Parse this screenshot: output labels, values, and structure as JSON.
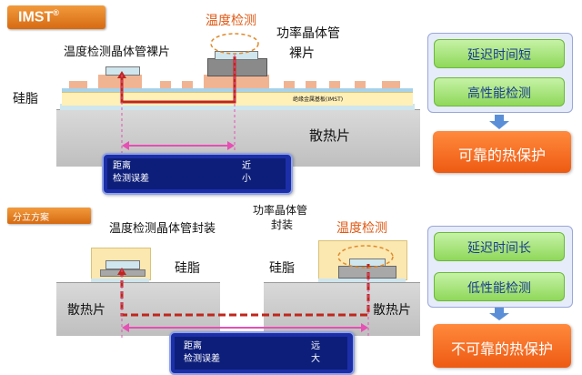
{
  "top": {
    "badge": "IMST",
    "badge_mark": "®",
    "label_temp_sense": "温度检测",
    "label_sensor_die": "温度检测晶体管裸片",
    "label_power_die_1": "功率晶体管",
    "label_power_die_2": "裸片",
    "label_silicone": "硅脂",
    "label_substrate": "绝缘金属基板(IMST)",
    "label_heatsink": "散热片",
    "callout": {
      "label_distance": "距离",
      "label_error": "检测误差",
      "value_distance": "近",
      "value_error": "小"
    },
    "panel": {
      "item_1": "延迟时间短",
      "item_2": "高性能检测",
      "result": "可靠的热保护"
    }
  },
  "bottom": {
    "badge": "分立方案",
    "label_sensor_pkg": "温度检测晶体管封装",
    "label_power_pkg_1": "功率晶体管",
    "label_power_pkg_2": "封装",
    "label_temp_sense": "温度检测",
    "label_silicone_left": "硅脂",
    "label_silicone_right": "硅脂",
    "label_heatsink_left": "散热片",
    "label_heatsink_right": "散热片",
    "callout": {
      "label_distance": "距离",
      "label_error": "检测误差",
      "value_distance": "远",
      "value_error": "大"
    },
    "panel": {
      "item_1": "延迟时间长",
      "item_2": "低性能检测",
      "result": "不可靠的热保护"
    }
  },
  "colors": {
    "badge_orange": "#e27a22",
    "path_red": "#c0261c",
    "arrow_pink": "#e64fb4",
    "callout_blue": "#1c2fa8",
    "green_button": "#9fe06a",
    "result_orange": "#f46a1f"
  }
}
